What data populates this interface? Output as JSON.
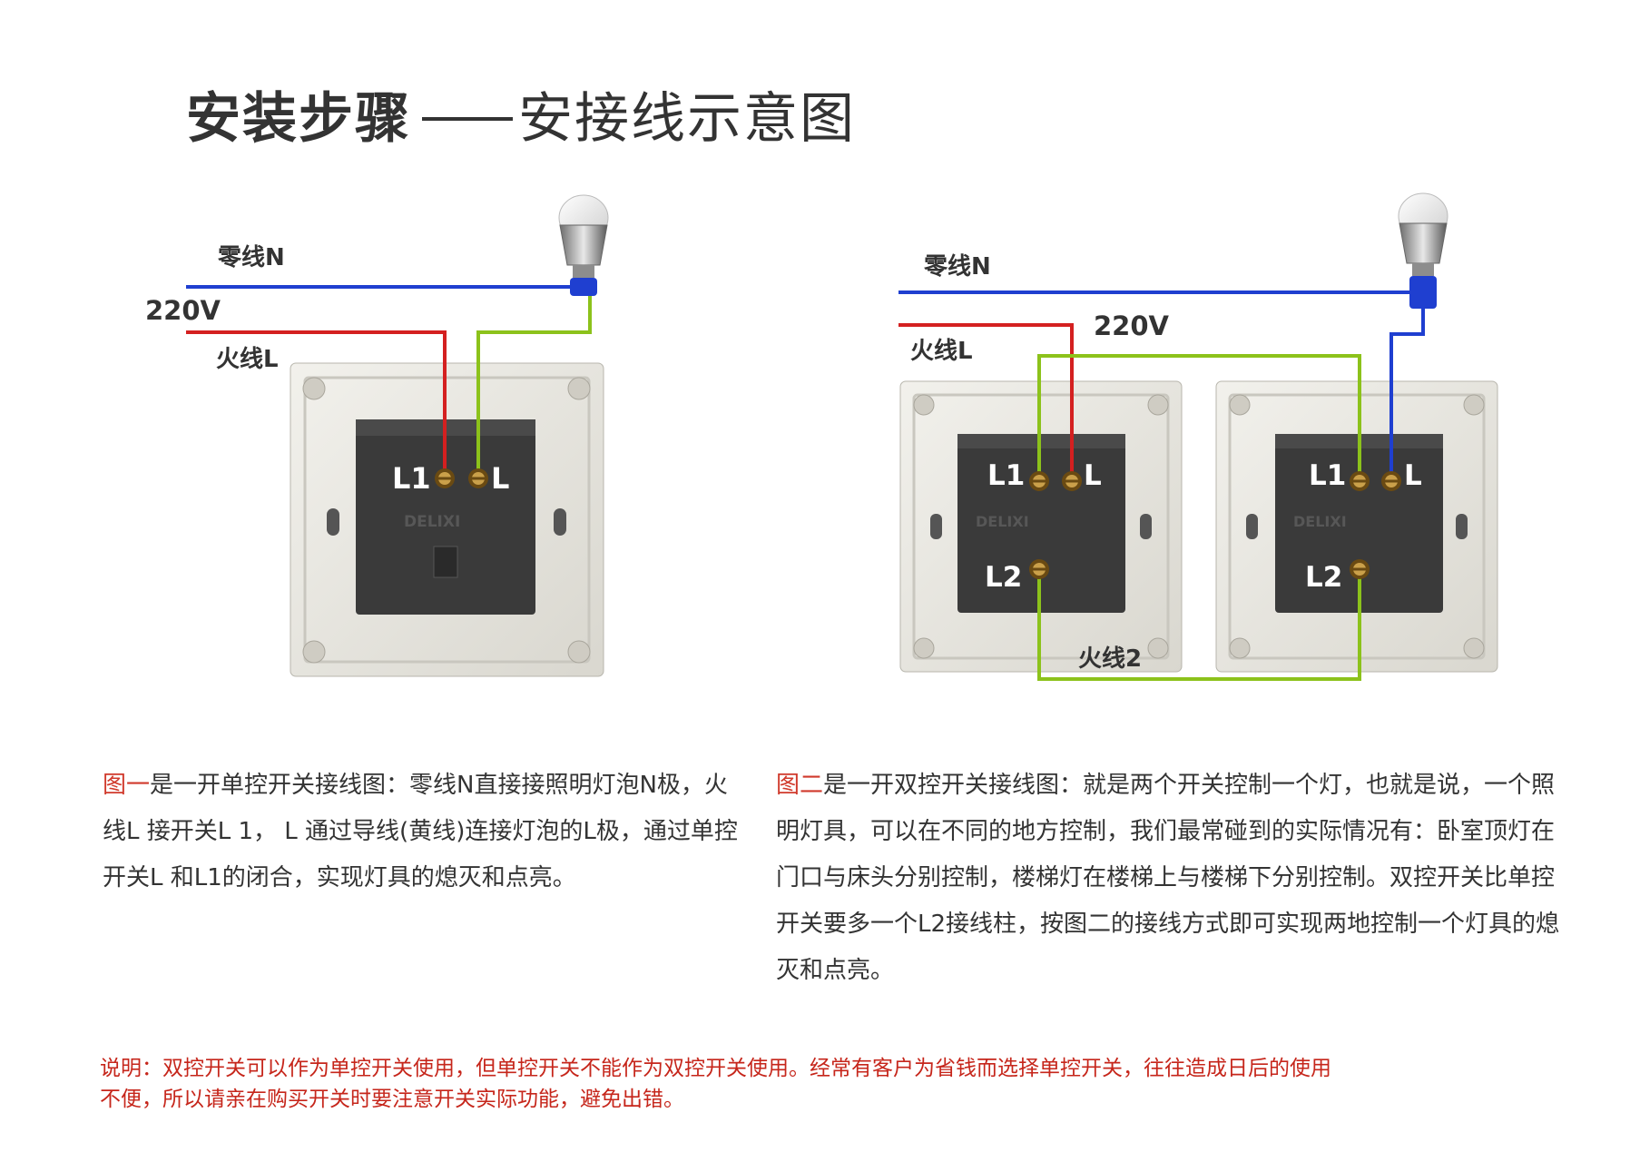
{
  "title": {
    "main": "安装步骤",
    "sub": "安接线示意图"
  },
  "figure1": {
    "neutral_label": "零线N",
    "voltage_label": "220V",
    "live_label": "火线L",
    "terminal_l1": "L1",
    "terminal_l": "L",
    "brand": "DELIXI"
  },
  "figure2": {
    "neutral_label": "零线N",
    "voltage_label": "220V",
    "live_label": "火线L",
    "live2_label": "火线2",
    "switch_a": {
      "terminal_l1": "L1",
      "terminal_l": "L",
      "terminal_l2": "L2"
    },
    "switch_b": {
      "terminal_l1": "L1",
      "terminal_l": "L",
      "terminal_l2": "L2"
    },
    "brand": "DELIXI"
  },
  "desc1": {
    "lead": "图一",
    "body": "是一开单控开关接线图：零线N直接接照明灯泡N极，火线L 接开关L 1， L 通过导线(黄线)连接灯泡的L极，通过单控开关L 和L1的闭合，实现灯具的熄灭和点亮。"
  },
  "desc2": {
    "lead": "图二",
    "body": "是一开双控开关接线图：就是两个开关控制一个灯，也就是说，一个照明灯具，可以在不同的地方控制，我们最常碰到的实际情况有：卧室顶灯在门口与床头分别控制，楼梯灯在楼梯上与楼梯下分别控制。双控开关比单控开关要多一个L2接线柱，按图二的接线方式即可实现两地控制一个灯具的熄灭和点亮。"
  },
  "note": {
    "line1": "说明：双控开关可以作为单控开关使用，但单控开关不能作为双控开关使用。经常有客户为省钱而选择单控开关，往往造成日后的使用",
    "line2": "不便，所以请亲在购买开关时要注意开关实际功能，避免出错。"
  },
  "colors": {
    "neutral": "#1f3fd0",
    "live": "#d42020",
    "link": "#8cc21b",
    "accent": "#d03a2c"
  }
}
